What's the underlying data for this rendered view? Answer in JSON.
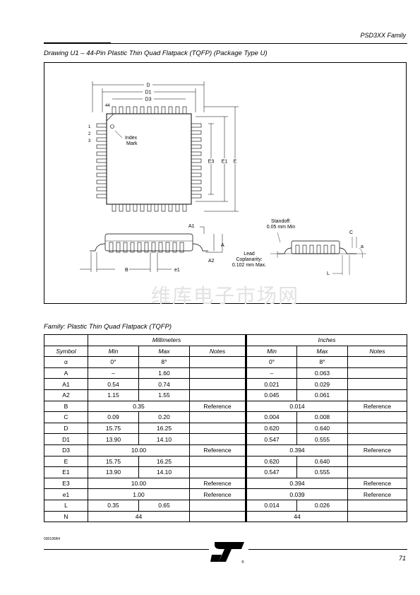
{
  "header": {
    "family": "PSD3XX Family"
  },
  "drawing": {
    "caption": "Drawing U1  –  44-Pin Plastic Thin Quad Flatpack (TQFP) (Package Type U)",
    "labels": {
      "d": "D",
      "d1": "D1",
      "d3": "D3",
      "e": "E",
      "e1": "E1",
      "e3": "E3",
      "pin44": "44",
      "pin1": "1",
      "pin2": "2",
      "pin3": "3",
      "index1": "Index",
      "index2": "Mark",
      "a1": "A1",
      "a": "A",
      "a2": "A2",
      "b": "B",
      "e1_pitch": "e1",
      "lead1": "Lead",
      "lead2": "Coplanarity:",
      "lead3": "0.102 mm Max.",
      "standoff1": "Standoff:",
      "standoff2": "0.05 mm Min",
      "c": "C",
      "alpha": "a",
      "l": "L"
    },
    "watermark": "维库电子市场网"
  },
  "table": {
    "caption": "Family:  Plastic Thin Quad Flatpack (TQFP)",
    "group_mm": "Millimeters",
    "group_in": "Inches",
    "headers": [
      "Symbol",
      "Min",
      "Max",
      "Notes",
      "Min",
      "Max",
      "Notes"
    ],
    "rows": [
      {
        "sym": "α",
        "mm_min": "0°",
        "mm_max": "8°",
        "mm_notes": "",
        "in_min": "0°",
        "in_max": "8°",
        "in_notes": ""
      },
      {
        "sym": "A",
        "mm_min": "–",
        "mm_max": "1.60",
        "mm_notes": "",
        "in_min": "–",
        "in_max": "0.063",
        "in_notes": ""
      },
      {
        "sym": "A1",
        "mm_min": "0.54",
        "mm_max": "0.74",
        "mm_notes": "",
        "in_min": "0.021",
        "in_max": "0.029",
        "in_notes": ""
      },
      {
        "sym": "A2",
        "mm_min": "1.15",
        "mm_max": "1.55",
        "mm_notes": "",
        "in_min": "0.045",
        "in_max": "0.061",
        "in_notes": ""
      },
      {
        "sym": "B",
        "mm_span": "0.35",
        "mm_notes": "Reference",
        "in_span": "0.014",
        "in_notes": "Reference"
      },
      {
        "sym": "C",
        "mm_min": "0.09",
        "mm_max": "0.20",
        "mm_notes": "",
        "in_min": "0.004",
        "in_max": "0.008",
        "in_notes": ""
      },
      {
        "sym": "D",
        "mm_min": "15.75",
        "mm_max": "16.25",
        "mm_notes": "",
        "in_min": "0.620",
        "in_max": "0.640",
        "in_notes": ""
      },
      {
        "sym": "D1",
        "mm_min": "13.90",
        "mm_max": "14.10",
        "mm_notes": "",
        "in_min": "0.547",
        "in_max": "0.555",
        "in_notes": ""
      },
      {
        "sym": "D3",
        "mm_span": "10.00",
        "mm_notes": "Reference",
        "in_span": "0.394",
        "in_notes": "Reference"
      },
      {
        "sym": "E",
        "mm_min": "15.75",
        "mm_max": "16.25",
        "mm_notes": "",
        "in_min": "0.620",
        "in_max": "0.640",
        "in_notes": ""
      },
      {
        "sym": "E1",
        "mm_min": "13.90",
        "mm_max": "14.10",
        "mm_notes": "",
        "in_min": "0.547",
        "in_max": "0.555",
        "in_notes": ""
      },
      {
        "sym": "E3",
        "mm_span": "10.00",
        "mm_notes": "Reference",
        "in_span": "0.394",
        "in_notes": "Reference"
      },
      {
        "sym": "e1",
        "mm_span": "1.00",
        "mm_notes": "Reference",
        "in_span": "0.039",
        "in_notes": "Reference"
      },
      {
        "sym": "L",
        "mm_min": "0.35",
        "mm_max": "0.65",
        "mm_notes": "",
        "in_min": "0.014",
        "in_max": "0.026",
        "in_notes": ""
      },
      {
        "sym": "N",
        "mm_span": "44",
        "mm_notes": "",
        "in_span": "44",
        "in_notes": ""
      }
    ]
  },
  "footer": {
    "doc_id": "030195R4",
    "page": "71",
    "logo_text": "ST"
  }
}
